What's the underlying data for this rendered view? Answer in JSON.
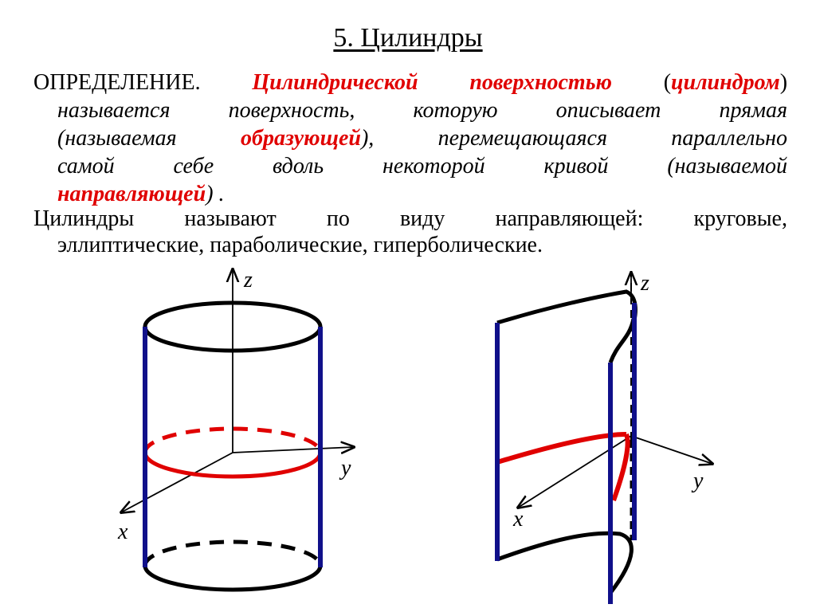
{
  "title": "5. Цилиндры",
  "definition": {
    "lead": "ОПРЕДЕЛЕНИЕ.",
    "term1": "Цилиндрической поверхностью",
    "open_paren": "(",
    "term2": "цилиндром",
    "close_paren": ")",
    "line2": "называется поверхность, которую описывает прямая",
    "l3_open": "(называемая",
    "term3": "образующей",
    "l3_rest": "), перемещающаяся параллельно",
    "line4": "самой себе вдоль некоторой кривой (называемой",
    "term4": "направляющей",
    "l5_rest": ") ."
  },
  "paragraph2": {
    "line1": "Цилиндры называют по виду направляющей: круговые,",
    "line2": "эллиптические, параболические, гиперболические."
  },
  "figures": {
    "left": {
      "axis_z": "z",
      "axis_y": "y",
      "axis_x": "x"
    },
    "right": {
      "axis_z": "z",
      "axis_y": "y",
      "axis_x": "x"
    }
  },
  "colors": {
    "generatrix": "#10108a",
    "directrix": "#e00000",
    "edge": "#000000"
  }
}
